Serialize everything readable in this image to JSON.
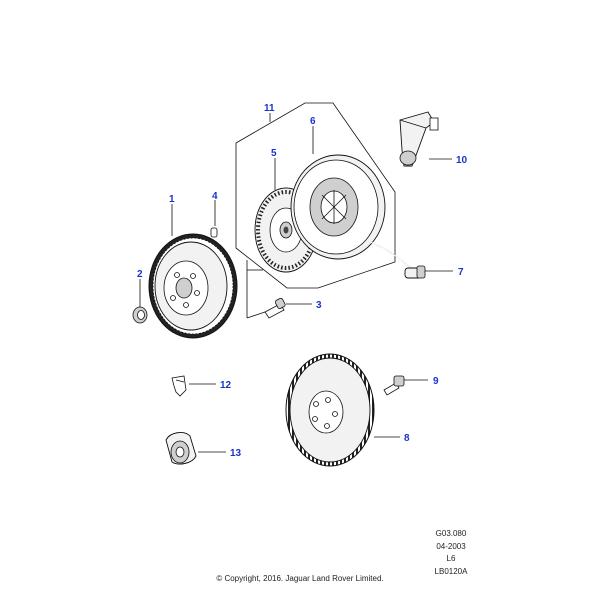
{
  "callouts": {
    "c1": "1",
    "c2": "2",
    "c3": "3",
    "c4": "4",
    "c5": "5",
    "c6": "6",
    "c7": "7",
    "c8": "8",
    "c9": "9",
    "c10": "10",
    "c11": "11",
    "c12": "12",
    "c13": "13"
  },
  "meta": {
    "group_code": "G03.080",
    "date": "04-2003",
    "engine": "L6",
    "illustration_id": "LB0120A"
  },
  "copyright": "© Copyright, 2016. Jaguar Land Rover Limited.",
  "colors": {
    "callout": "#1a33cc",
    "line": "#111111"
  }
}
